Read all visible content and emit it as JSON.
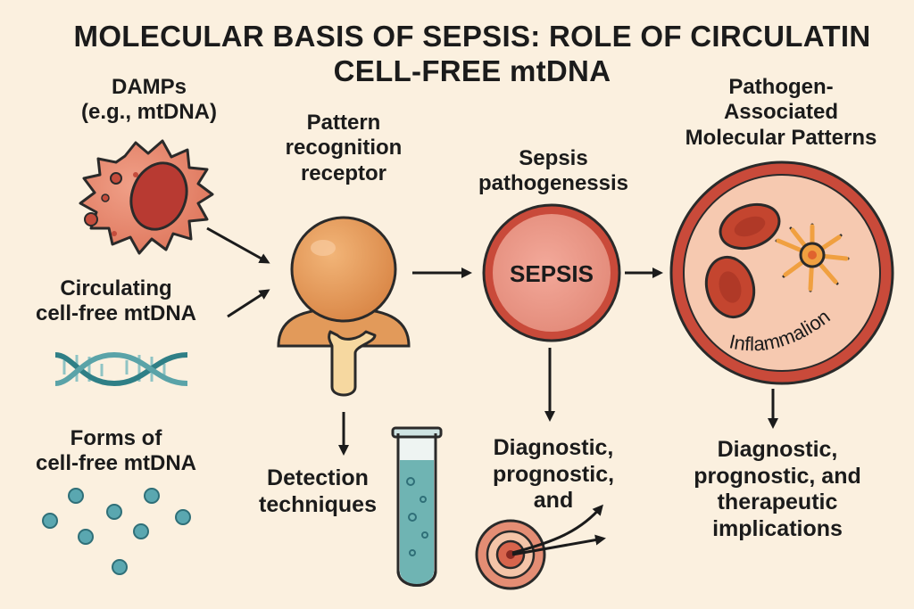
{
  "title_line1": "MOLECULAR BASIS OF SEPSIS: ROLE OF CIRCULATIN",
  "title_line2": "CELL-FREE mtDNA",
  "damps": {
    "line1": "DAMPs",
    "line2": "(e.g., mtDNA)"
  },
  "circulating": {
    "line1": "Circulating",
    "line2": "cell-free mtDNA"
  },
  "forms": {
    "line1": "Forms of",
    "line2": "cell-free mtDNA"
  },
  "receptor": {
    "line1": "Pattern",
    "line2": "recognition",
    "line3": "receptor"
  },
  "detection": {
    "line1": "Detection",
    "line2": "techniques"
  },
  "sepsis_path": {
    "line1": "Sepsis",
    "line2": "pathogenessis"
  },
  "sepsis_node": "SEPSIS",
  "diag_mid": {
    "line1": "Diagnostic,",
    "line2": "prognostic,",
    "line3": "and"
  },
  "pamps": {
    "line1": "Pathogen-",
    "line2": "Associated",
    "line3": "Molecular Patterns"
  },
  "inflammation": "Inflammalion",
  "diag_right": {
    "line1": "Diagnostic,",
    "line2": "prognostic, and",
    "line3": "therapeutic",
    "line4": "implications"
  },
  "colors": {
    "background": "#fbf0df",
    "cell": "#e8836a",
    "receptor": "#e09a5a",
    "sepsis_red": "#c94a3a",
    "dna_teal": "#5aa3a8",
    "outline": "#2a2a2a"
  },
  "icons": [
    "damaged-cell-icon",
    "dna-helix-icon",
    "mtdna-dots-icon",
    "receptor-icon",
    "test-tube-icon",
    "sepsis-cell-icon",
    "target-icon",
    "blood-vessel-icon"
  ]
}
